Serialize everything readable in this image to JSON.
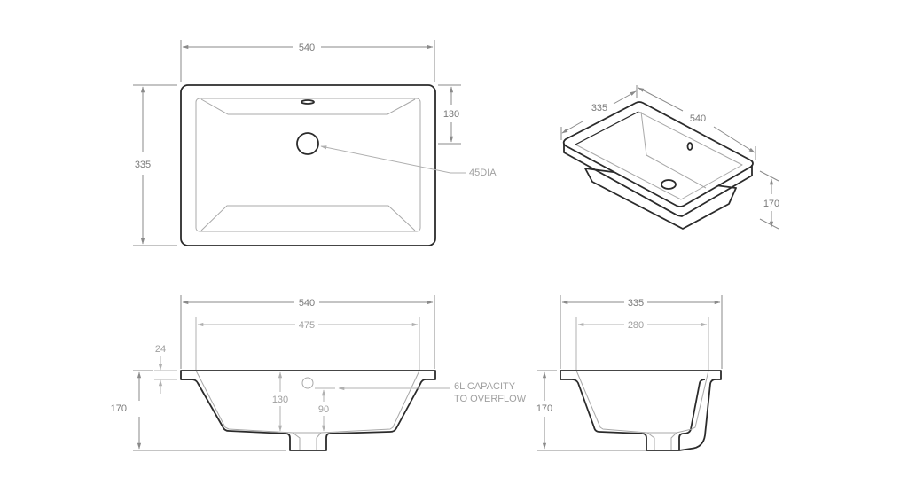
{
  "drawing": {
    "type": "undermount basin dimensional drawing",
    "units": "mm",
    "colors": {
      "outline": "#2b2b2b",
      "inner_line": "#a8a8a8",
      "dimension": "#8a8a8a",
      "label": "#7a7a7a",
      "background": "#ffffff"
    }
  },
  "views": {
    "top": {
      "width_label": "540",
      "depth_label": "335",
      "drain_offset_label": "130",
      "drain_label": "45DIA"
    },
    "isometric": {
      "depth_label": "335",
      "width_label": "540",
      "height_label": "170"
    },
    "front": {
      "overall_width_label": "540",
      "inner_width_label": "475",
      "rim_thickness_label": "24",
      "overall_height_label": "170",
      "bowl_depth_label": "130",
      "overflow_height_label": "90",
      "capacity_line1": "6L CAPACITY",
      "capacity_line2": "TO OVERFLOW"
    },
    "side": {
      "overall_width_label": "335",
      "inner_width_label": "280",
      "overall_height_label": "170"
    }
  }
}
